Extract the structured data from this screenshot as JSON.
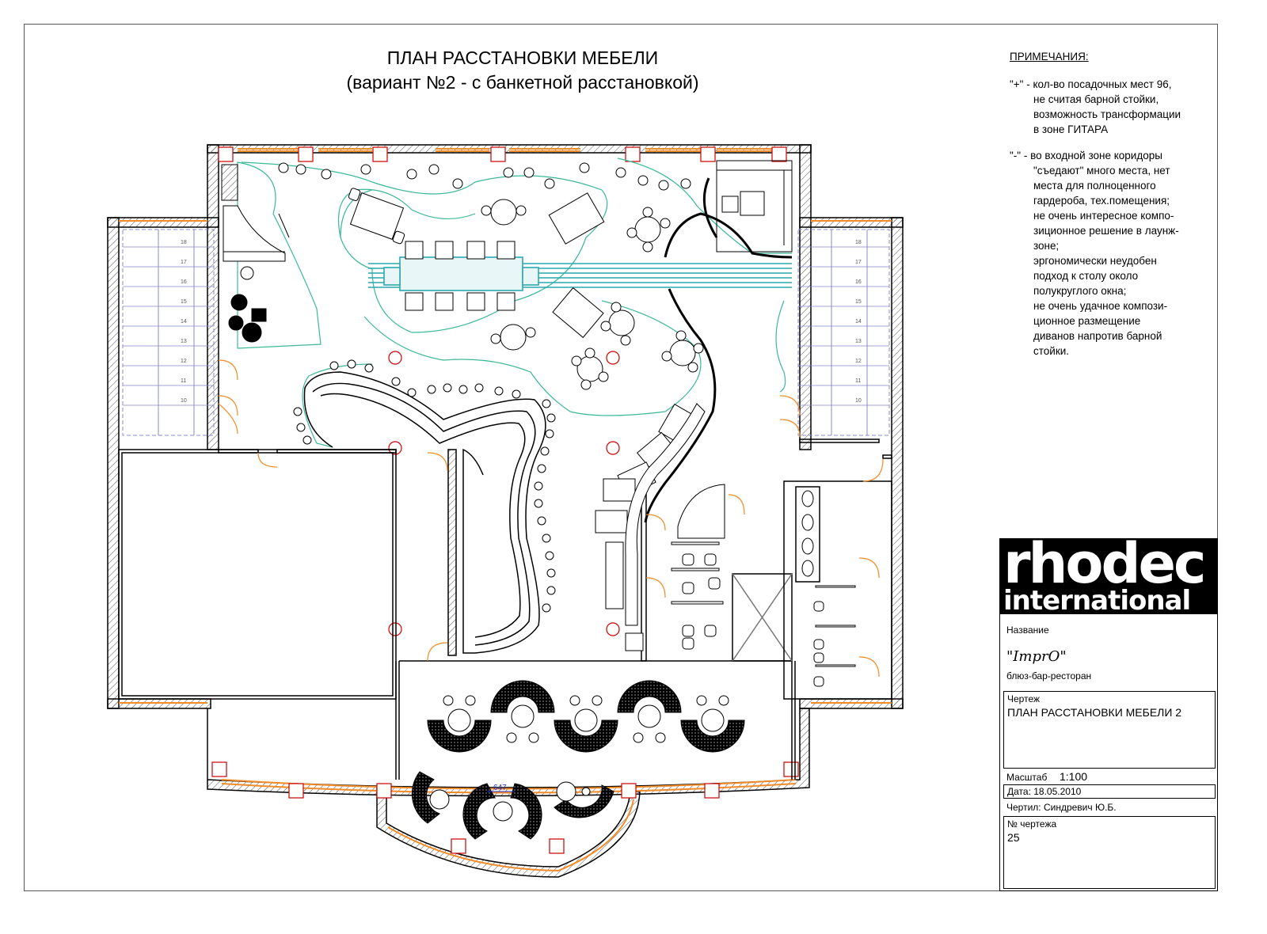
{
  "title": {
    "line1": "ПЛАН РАССТАНОВКИ МЕБЕЛИ",
    "line2": "(вариант №2 - с банкетной расстановкой)"
  },
  "notes": {
    "heading": "ПРИМЕЧАНИЯ:",
    "items": [
      "\"+\" - кол-во посадочных мест 96,\nне считая барной стойки,\nвозможность трансформации\nв зоне ГИТАРА",
      "\"-\" - во входной зоне коридоры\n\"съедают\" много места, нет\nместа для  полноценного\nгардероба, тех.помещения;\nне очень интересное компо-\nзиционное решение в лаунж-\nзоне;\nэргономически неудобен\nподход к столу около\nполукруглого окна;\nне очень удачное компози-\nционное размещение\nдиванов напротив барной\nстойки."
    ]
  },
  "plan": {
    "dimension_label": "647",
    "stair_numbers_left": [
      "18",
      "17",
      "16",
      "15",
      "14",
      "13",
      "12",
      "11",
      "10"
    ],
    "stair_numbers_right": [
      "18",
      "17",
      "16",
      "15",
      "14",
      "13",
      "12",
      "11",
      "10"
    ],
    "colors": {
      "window": "#f28c28",
      "zone": "#3cb89a",
      "guitar": "#2aa8b0",
      "stairs": "#8888cc",
      "column": "#cc0000",
      "dimension": "#2233cc"
    }
  },
  "stamp": {
    "logo_line1": "rhodec",
    "logo_line2": "international",
    "name_label": "Название",
    "project_name": "\"ImprO\"",
    "project_type": "блюз-бар-ресторан",
    "drawing_label": "Чертеж",
    "drawing_name": "ПЛАН РАССТАНОВКИ МЕБЕЛИ 2",
    "scale_label": "Масштаб",
    "scale_value": "1:100",
    "date": "Дата: 18.05.2010",
    "drawn_by": "Чертил:  Синдревич Ю.Б.",
    "number_label": "№ чертежа",
    "number_value": "25"
  }
}
